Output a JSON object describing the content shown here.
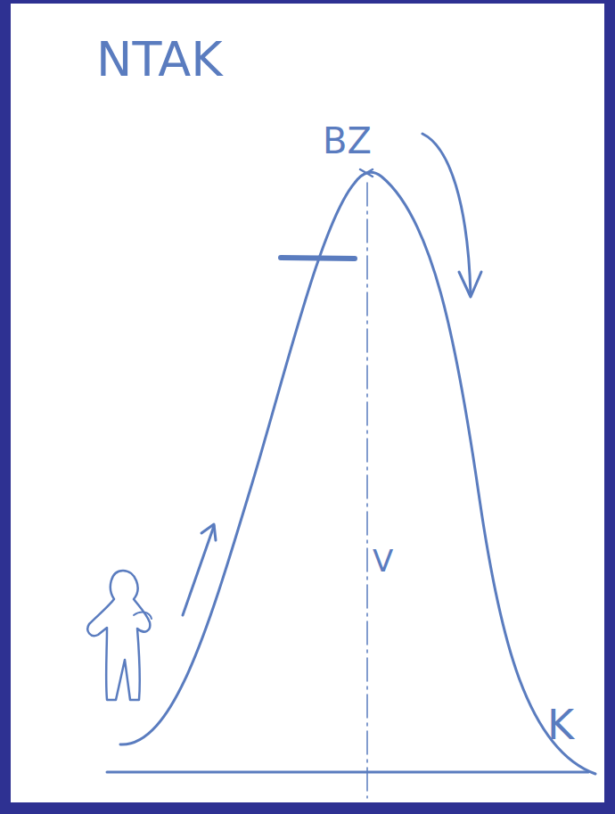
{
  "diagram": {
    "labels": [
      "NTAK",
      "BZ",
      "V",
      "K"
    ]
  }
}
